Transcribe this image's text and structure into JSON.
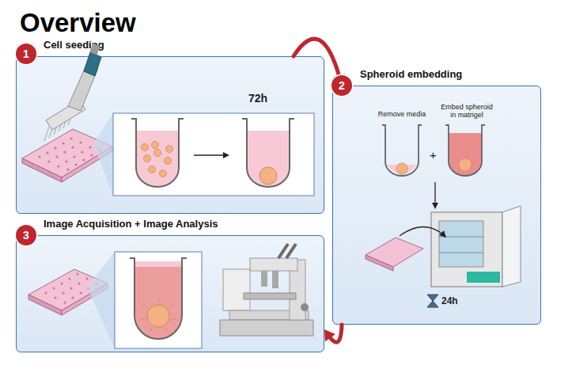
{
  "diagram": {
    "title": "Overview",
    "nodes": [
      {
        "text": [
          "Cell seeding"
        ]
      },
      {
        "text": [
          "Spheroid embedding"
        ]
      },
      {
        "text": [
          "Image Acquisition + Image Analysis"
        ]
      }
    ],
    "edges": [
      {
        "from": 0,
        "to": 1,
        "arrow": "to"
      },
      {
        "from": 1,
        "to": 2,
        "arrow": "to"
      }
    ],
    "labels": [
      "1",
      "2",
      "3",
      "72h",
      "Remove media",
      "+",
      "Embed spheroid in matrigel",
      "24h"
    ]
  }
}
